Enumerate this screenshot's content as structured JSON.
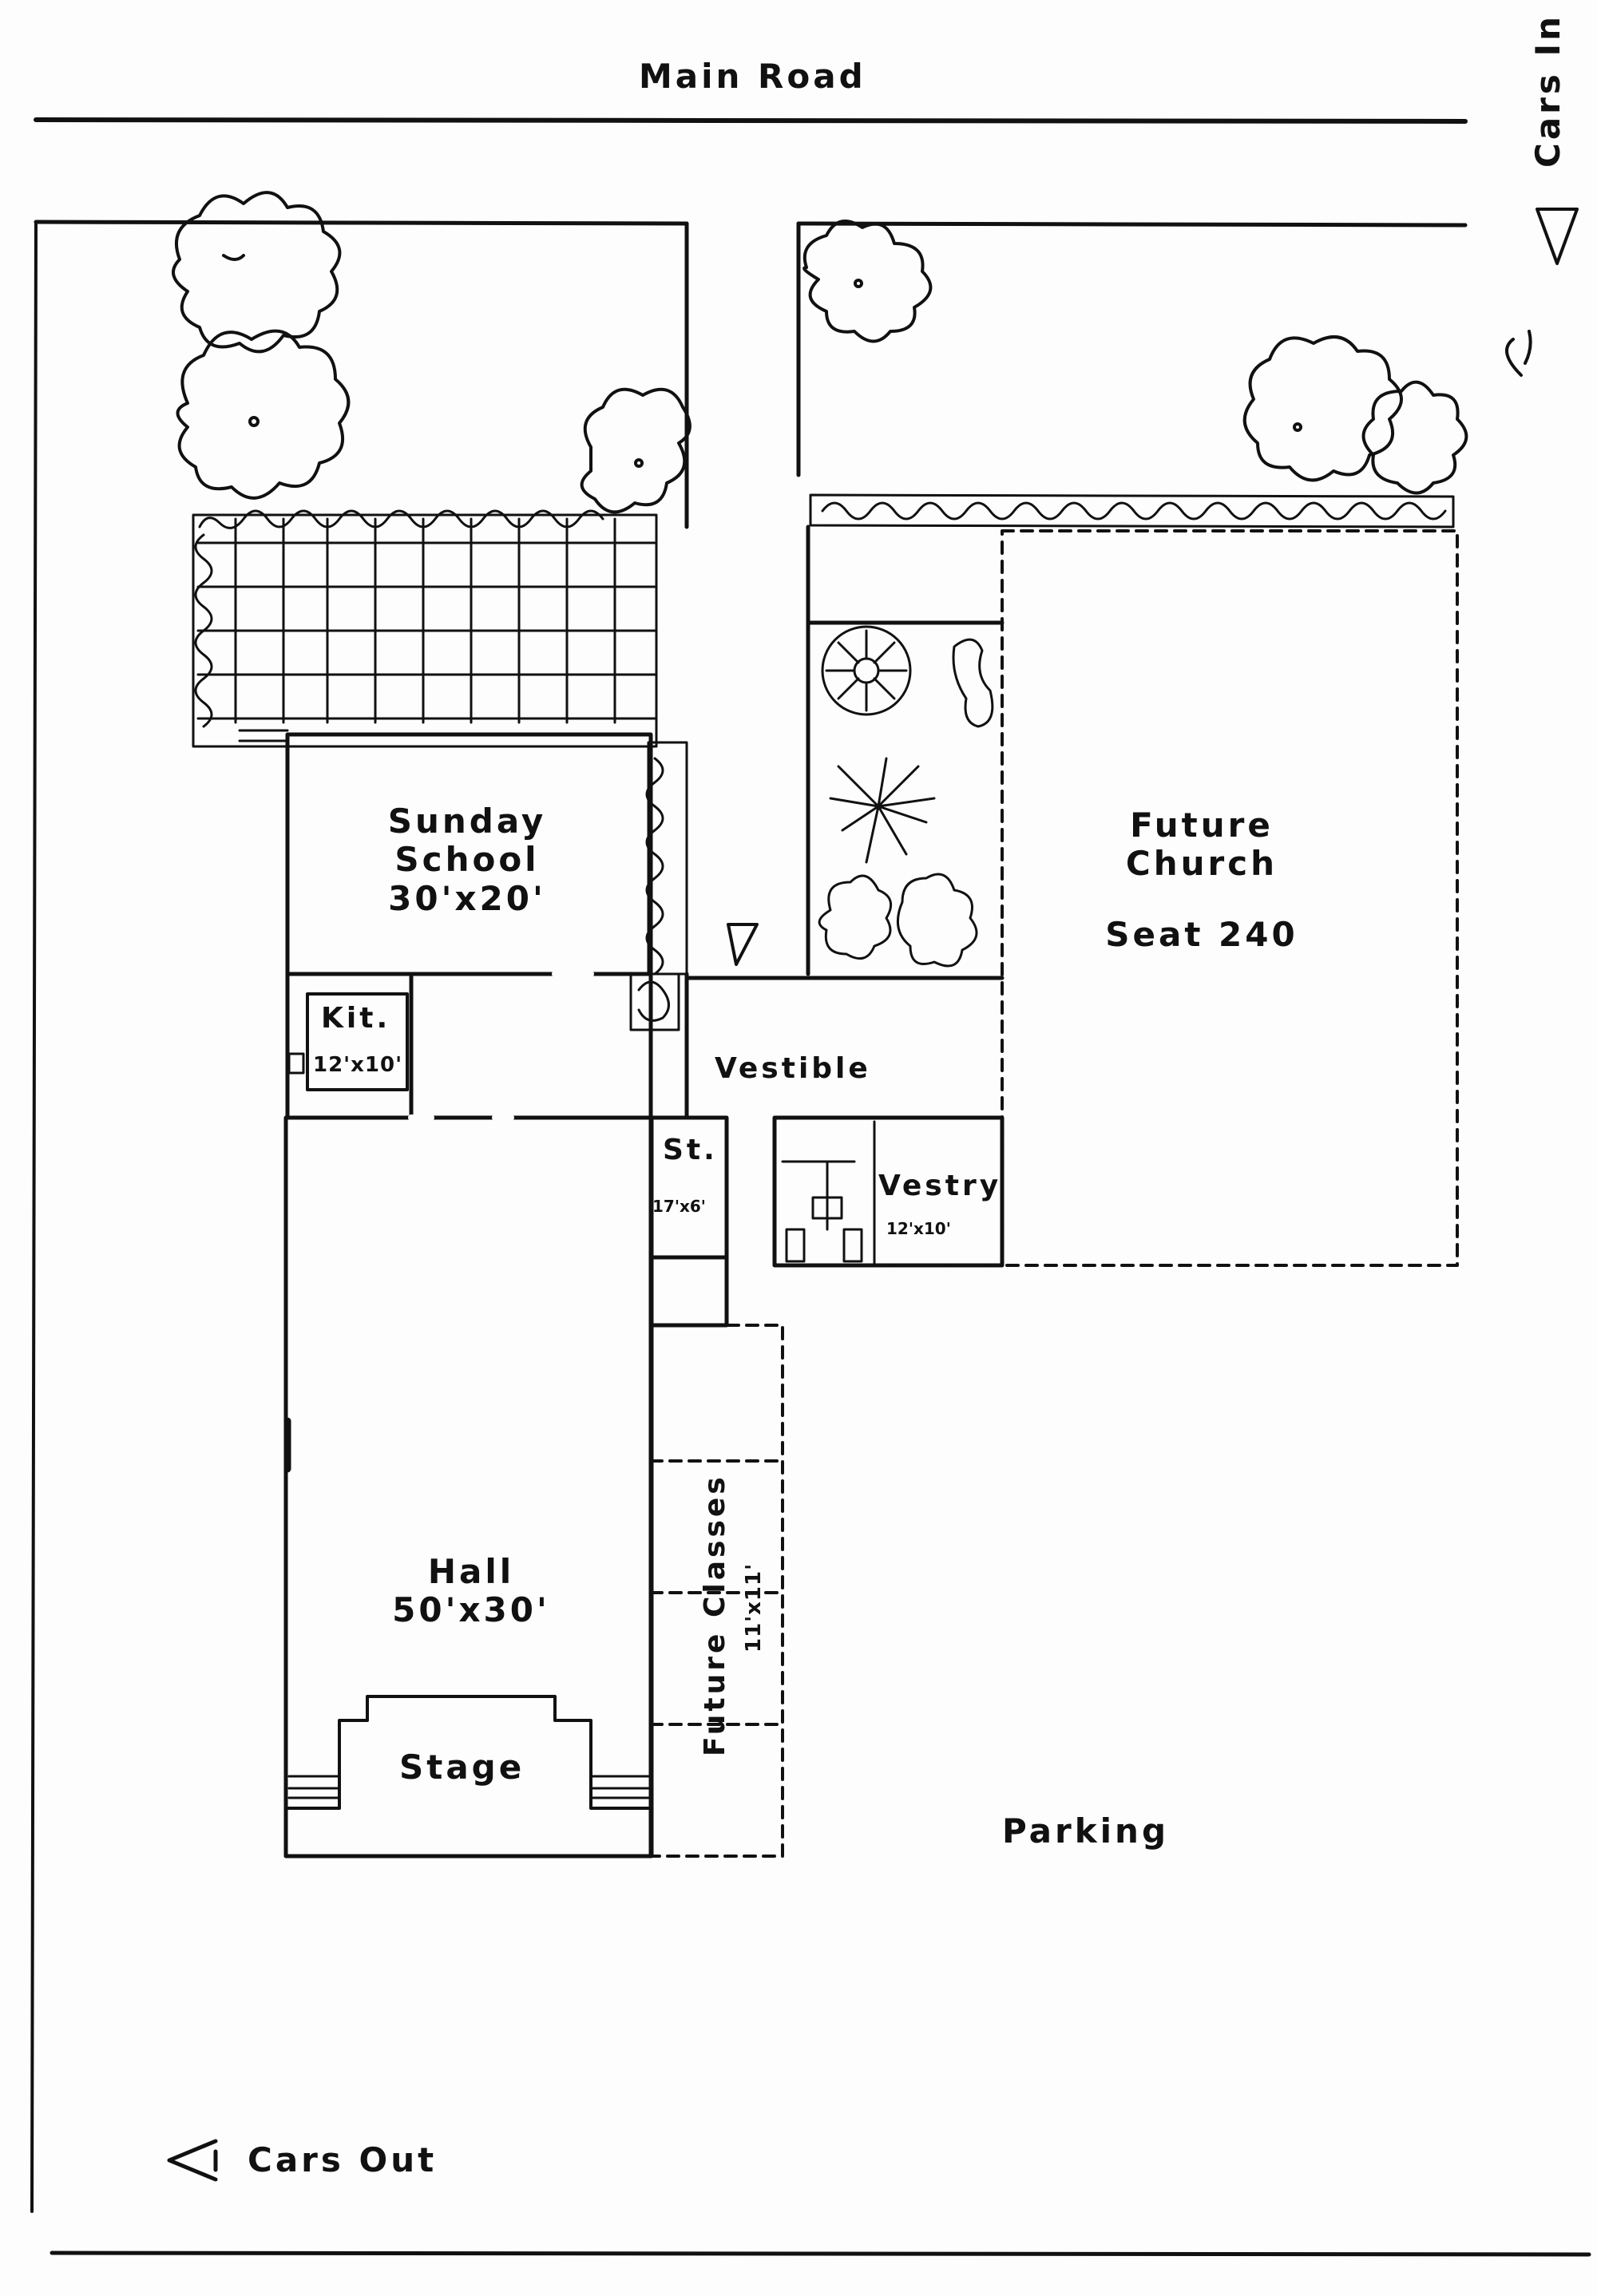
{
  "road": {
    "name": "Main Road"
  },
  "traffic": {
    "cars_in": "Cars In",
    "cars_out": "Cars Out"
  },
  "rooms": {
    "sunday_school": {
      "name_line1": "Sunday",
      "name_line2": "School",
      "size": "30'x20'"
    },
    "kitchen": {
      "name": "Kit.",
      "size": "12'x10'"
    },
    "vestible": {
      "name": "Vestible"
    },
    "store": {
      "name": "St.",
      "size": "17'x6'"
    },
    "vestry": {
      "name": "Vestry",
      "size": "12'x10'"
    },
    "future_church": {
      "name_line1": "Future",
      "name_line2": "Church",
      "seating": "Seat 240"
    },
    "hall": {
      "name": "Hall",
      "size": "50'x30'"
    },
    "stage": {
      "name": "Stage"
    },
    "future_classes": {
      "name": "Future Classes",
      "size": "11'x11'"
    },
    "parking": {
      "name": "Parking"
    }
  },
  "colors": {
    "ink": "#111111",
    "paper": "#fdfdfd"
  },
  "icons": [
    "tree-icon",
    "shrub-icon",
    "entry-arrow-icon",
    "exit-arrow-icon",
    "paving-grid",
    "hedge-icon"
  ]
}
